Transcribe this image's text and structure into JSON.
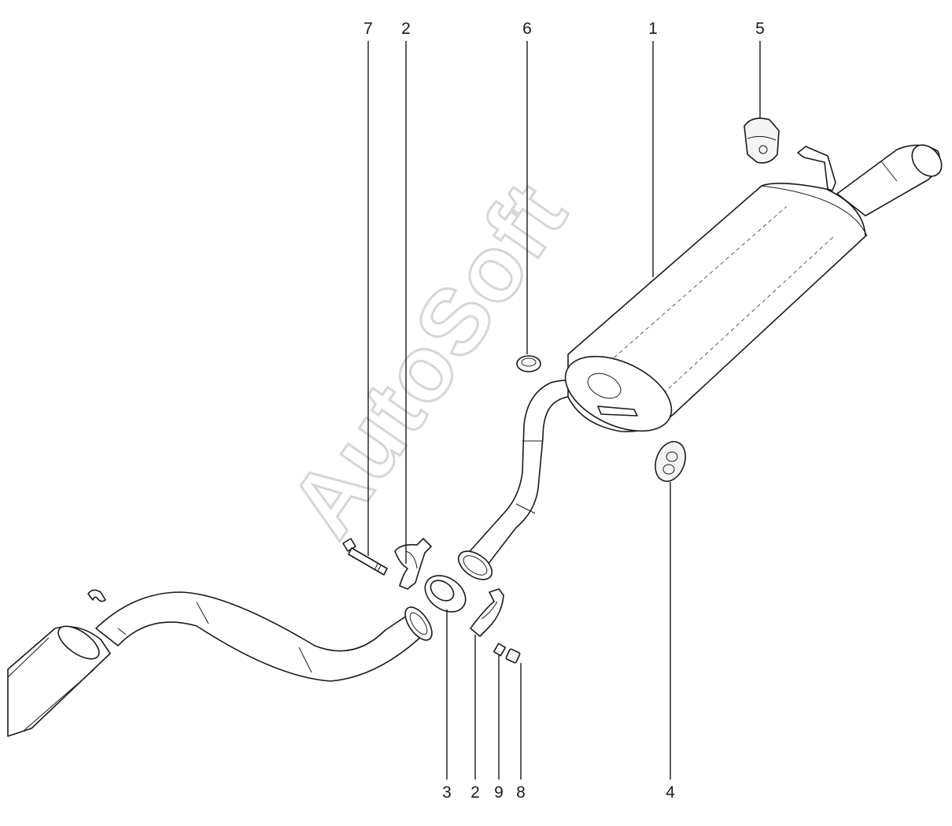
{
  "watermark": "AutoSoft",
  "callouts": {
    "c7": "7",
    "c2_top": "2",
    "c6": "6",
    "c1": "1",
    "c5": "5",
    "c3": "3",
    "c2_bottom": "2",
    "c9": "9",
    "c8": "8",
    "c4": "4"
  },
  "colors": {
    "line": "#1a1a1a",
    "watermark": "#d6d6d6",
    "background": "#ffffff"
  }
}
